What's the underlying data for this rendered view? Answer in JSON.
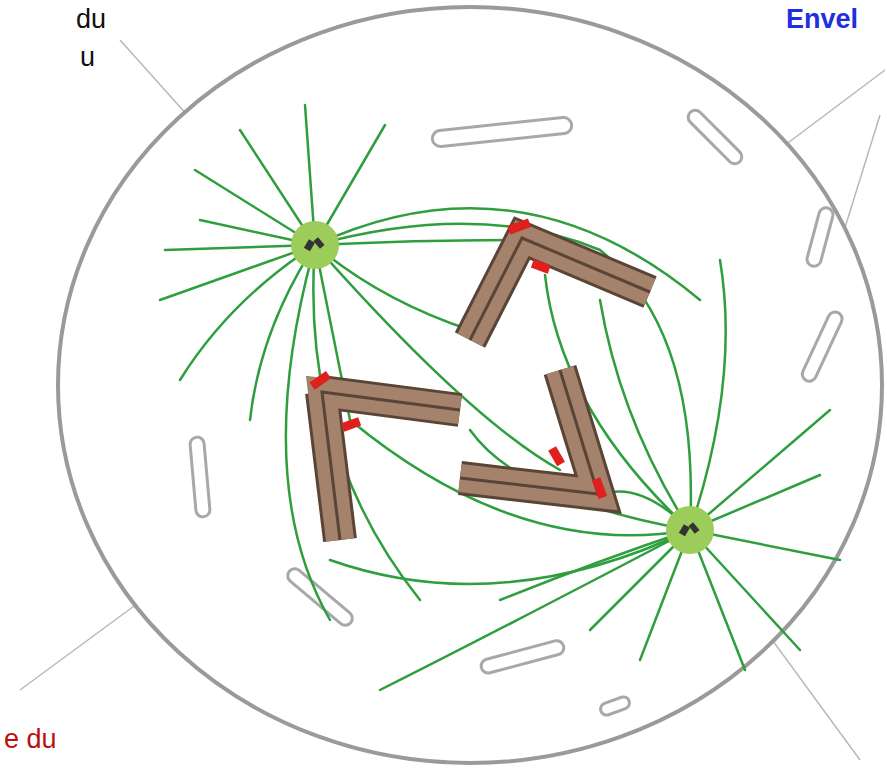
{
  "diagram": {
    "labels": [
      "du",
      "u",
      "Envel",
      "e du"
    ]
  }
}
